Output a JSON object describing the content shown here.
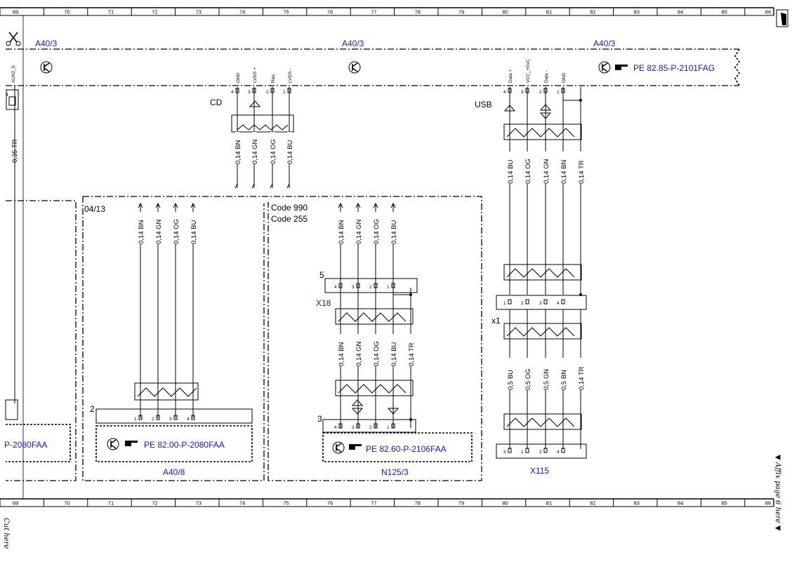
{
  "ruler": {
    "top": [
      "69",
      "70",
      "71",
      "72",
      "73",
      "74",
      "75",
      "76",
      "77",
      "78",
      "79",
      "80",
      "81",
      "82",
      "83",
      "84",
      "85",
      "86"
    ],
    "bottom": [
      "69",
      "70",
      "71",
      "72",
      "73",
      "74",
      "75",
      "76",
      "77",
      "78",
      "79",
      "80",
      "81",
      "82",
      "83",
      "84",
      "85",
      "86"
    ]
  },
  "components": {
    "a40_3_left": "A40/3",
    "a40_3_mid": "A40/3",
    "a40_3_right": "A40/3",
    "a40_3_ref": "PE 82.85-P-2101FAG",
    "left_ref": "P-2080FAA",
    "a40_8_ref": "PE 82.00-P-2080FAA",
    "a40_8": "A40/8",
    "n125_3_ref": "PE 82.60-P-2106FAA",
    "n125_3": "N125/3",
    "x18": "X18",
    "x115": "X115",
    "x1": "x1"
  },
  "labels": {
    "cd": "CD",
    "usb": "USB",
    "page_ref": "04/13",
    "code_990": "Code 990",
    "code_255": "Code 255",
    "affix": "▼ Affix page 6 here ▼",
    "cut_here": "Cut here",
    "aux": "AUX2_S",
    "left_wire": "0,35 TR",
    "conn_2": "2",
    "conn_3": "3",
    "conn_5": "5"
  },
  "pin_names": {
    "cd": [
      "GND",
      "LVDS +",
      "Res.",
      "LVDS -"
    ],
    "usb": [
      "Data +",
      "VCC_+5VC",
      "Data -",
      "GND"
    ]
  },
  "pins": {
    "cd": [
      "4",
      "3",
      "2",
      "1"
    ],
    "usb": [
      "4",
      "3",
      "2",
      "1"
    ],
    "a40_8": [
      "1",
      "2",
      "3",
      "4"
    ],
    "x18": [
      "4",
      "3",
      "2",
      "1"
    ],
    "n125": [
      "4",
      "3",
      "2",
      "1"
    ],
    "x1": [
      "1",
      "2",
      "3",
      "4"
    ],
    "x115": [
      "3",
      "1",
      "2",
      "4"
    ],
    "aux": "4"
  },
  "wires": {
    "cd": [
      "0,14 BN",
      "0,14 GN",
      "0,14 OG",
      "0,14 BU"
    ],
    "a40_8": [
      "0,14 BN",
      "0,14 GN",
      "0,14 OG",
      "0,14 BU"
    ],
    "n125_top": [
      "0,14 BN",
      "0,14 GN",
      "0,14 OG",
      "0,14 BU"
    ],
    "n125_bottom": [
      "0,14 BN",
      "0,14 GN",
      "0,14 OG",
      "0,14 BU",
      "0,14 TR"
    ],
    "usb_top": [
      "0,14 BU",
      "0,14 OG",
      "0,14 GN",
      "0,14 BN",
      "0,14 TR"
    ],
    "usb_bottom": [
      "0,5 BU",
      "0,5 OG",
      "0,5 GN",
      "0,5 BN",
      "0,14 TR"
    ]
  }
}
